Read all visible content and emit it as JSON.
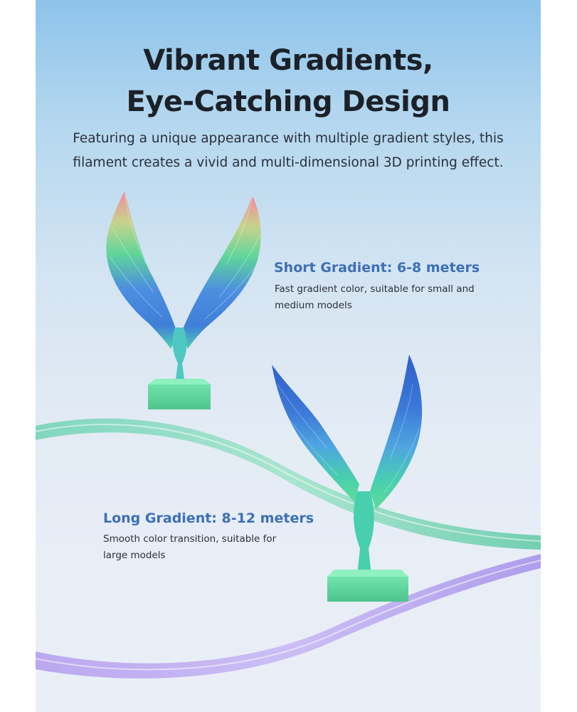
{
  "headline": {
    "line1": "Vibrant Gradients,",
    "line2": "Eye-Catching Design"
  },
  "subtitle": {
    "line1": "Featuring a unique appearance with multiple gradient styles, this",
    "line2": "filament creates a vivid and multi-dimensional 3D printing effect."
  },
  "short_gradient": {
    "title": "Short Gradient: 6-8 meters",
    "desc_line1": "Fast gradient color, suitable for small and",
    "desc_line2": "medium models"
  },
  "long_gradient": {
    "title": "Long Gradient: 8-12 meters",
    "desc_line1": "Smooth color transition, suitable for",
    "desc_line2": "large models"
  },
  "colors": {
    "headline": "#1c2128",
    "accent_title": "#3d6fb6",
    "background_top": "#8dc3ea",
    "background_bottom": "#eaeff7"
  }
}
